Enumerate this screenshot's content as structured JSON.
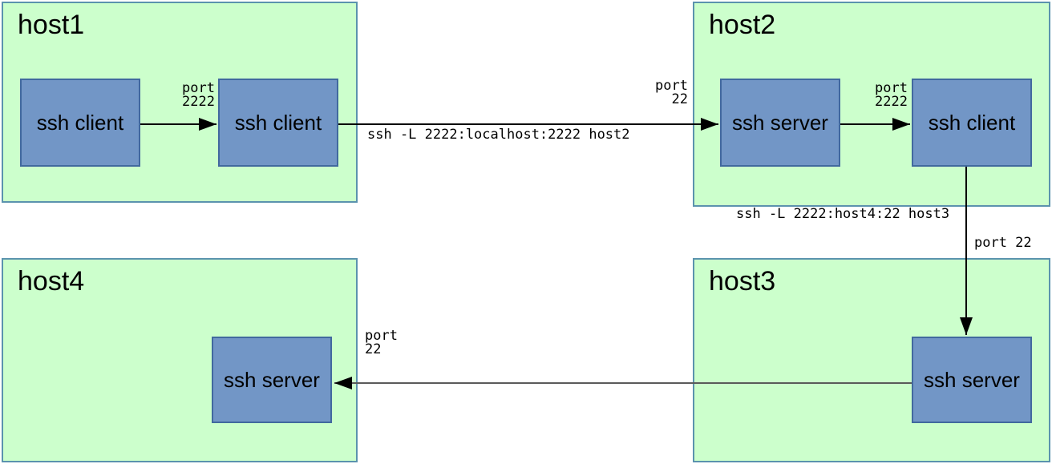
{
  "hosts": [
    {
      "title": "host1"
    },
    {
      "title": "host2"
    },
    {
      "title": "host3"
    },
    {
      "title": "host4"
    }
  ],
  "nodes": [
    {
      "label": "ssh client"
    },
    {
      "label": "ssh client"
    },
    {
      "label": "ssh server"
    },
    {
      "label": "ssh client"
    },
    {
      "label": "ssh server"
    },
    {
      "label": "ssh server"
    }
  ],
  "edge_labels": {
    "port_2222_host1": "port\n2222",
    "port_22_into_host2": "port\n22",
    "cmd_host1_to_host2": "ssh -L 2222:localhost:2222 host2",
    "port_2222_host2": "port\n2222",
    "cmd_host2_to_host3": "ssh -L 2222:host4:22 host3",
    "port_22_into_host3": "port 22",
    "port_22_into_host4": "port\n22"
  },
  "colors": {
    "host_fill": "#ccffcc",
    "host_border": "#5b93ae",
    "node_fill": "#7296c6",
    "node_border": "#41699e",
    "arrow_black": "#000000",
    "arrow_gray": "#5a5a5a"
  }
}
